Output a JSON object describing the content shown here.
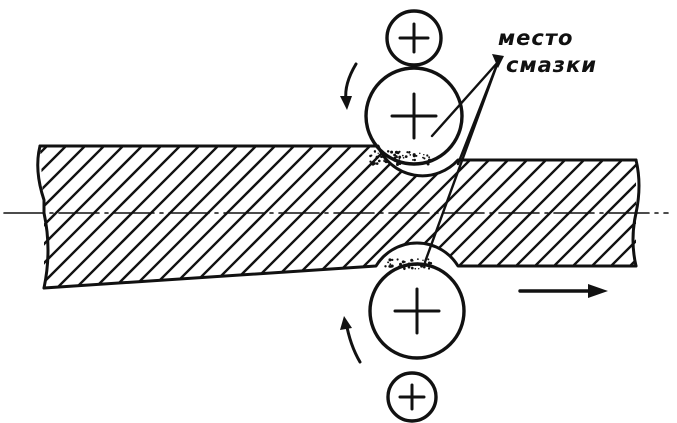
{
  "diagram": {
    "annotation": {
      "line1": "место",
      "line2": "смазки"
    },
    "colors": {
      "ink": "#111111",
      "background": "#ffffff"
    },
    "elements": [
      "workpiece-strip-upper-half",
      "workpiece-strip-lower-half",
      "centerline",
      "upper-work-roll",
      "upper-backup-roll",
      "lower-work-roll",
      "lower-backup-roll",
      "upper-rotation-arrow",
      "lower-rotation-arrow",
      "feed-direction-arrow",
      "lubrication-zone-top",
      "lubrication-zone-bottom",
      "leader-lines"
    ]
  }
}
